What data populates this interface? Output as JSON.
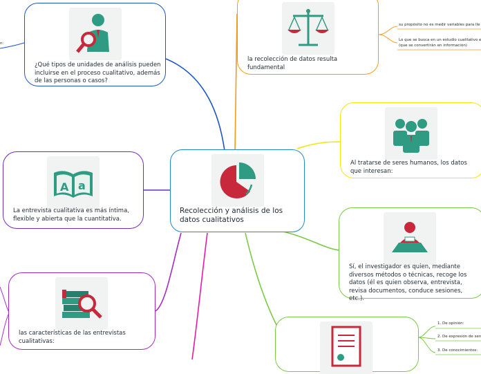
{
  "central": {
    "text": "Recolección y análisis de los datos cualitativos"
  },
  "nodes": {
    "units": {
      "text": "¿Qué tipos de unidades de análisis pueden incluirse en el proceso cualitativo, además de las personas o casos?"
    },
    "collection": {
      "text": "la recolección de datos resulta fundamental"
    },
    "humans": {
      "text": "Al tratarse de seres humanos, los datos que interesan:"
    },
    "investigator": {
      "text": "Sí, el investigador es quien, mediante diversos métodos o técnicas, recoge los datos (él es quien observa, entrevista, revisa documentos, conduce sesiones, etc.)."
    },
    "interview": {
      "text": "La entrevista cualitativa es más íntima, flexible y abierta que la cuantitativa."
    },
    "characteristics": {
      "text": "las características de las entrevistas cualitativas:"
    }
  },
  "leaves": {
    "left_cut": "n:",
    "purpose": "su propósito no es medir variables para lle",
    "search": "Lo que se busca en un estudio cualitativo e",
    "search_cont": "(que se convertirán en información)",
    "q1": "1. De opinión:",
    "q2": "2. De expresión de sen",
    "q3": "3. De conocimientos:"
  },
  "colors": {
    "central": "#1f8ac9",
    "units": "#1a55c8",
    "collection": "#f39a1c",
    "humans": "#f2e800",
    "investigator": "#7ac943",
    "interview": "#6d2bc0",
    "characteristics": "#a52ac4",
    "bottom": "#e81aa8",
    "questions": "#7ac943",
    "icon_red": "#c8283c",
    "icon_teal": "#2f9b82"
  },
  "icons": [
    "pie-chart-icon",
    "search-person-icon",
    "balance-scale-icon",
    "group-icon",
    "desk-person-icon",
    "book-icon",
    "search-book-icon",
    "document-icon"
  ]
}
